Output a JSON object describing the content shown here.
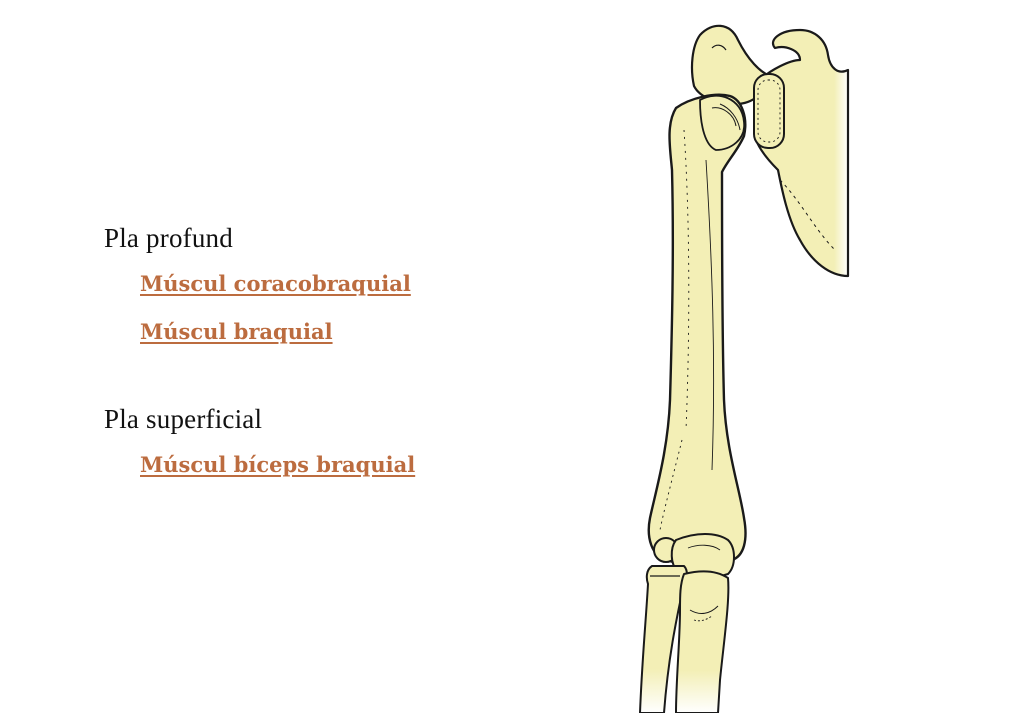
{
  "sections": [
    {
      "heading": "Pla profund",
      "links": [
        "Múscul coracobraquial",
        "Múscul braquial"
      ]
    },
    {
      "heading": "Pla superficial",
      "links": [
        "Múscul bíceps braquial"
      ]
    }
  ],
  "colors": {
    "link": "#bc6c3f",
    "heading": "#111111",
    "bone_fill": "#f3efb6",
    "bone_outline": "#1a1a1a"
  }
}
